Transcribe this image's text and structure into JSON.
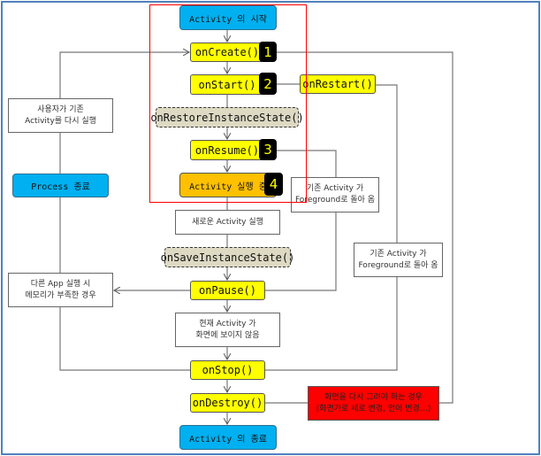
{
  "nodes": {
    "start": "Activity 의 시작",
    "onCreate": "onCreate()",
    "onStart": "onStart()",
    "onRestart": "onRestart()",
    "onRestoreInstanceState": "onRestoreInstanceState()",
    "onResume": "onResume()",
    "running": "Activity 실행 중",
    "onSaveInstanceState": "onSaveInstanceState()",
    "onPause": "onPause()",
    "onStop": "onStop()",
    "onDestroy": "onDestroy()",
    "end": "Activity 의 종료",
    "processKill": "Process 종료"
  },
  "badges": [
    "1",
    "2",
    "3",
    "4"
  ],
  "notes": {
    "userRelaunch": [
      "사용자가 기존",
      "Activity를 다시 실행"
    ],
    "foreground1": [
      "기존 Activity 가",
      "Foreground로 돌아 옴"
    ],
    "newActivity": "새로운 Activity 실행",
    "foreground2": [
      "기존 Activity 가",
      "Foreground로 돌아 옴"
    ],
    "lowMemory": [
      "다른 App 실행 시",
      "메모리가 부족한 경우"
    ],
    "notVisible": [
      "현재 Activity 가",
      "화면에 보이지 않음"
    ],
    "redraw": [
      "화면을 다시 그려야 하는 경우",
      "(화면가로 세로 변경, 언어 변경…)"
    ]
  },
  "colors": {
    "start_end": "#00b0f0",
    "callback": "#ffff00",
    "running": "#ffc000",
    "optional": "#ddd9c3",
    "highlight_frame": "#ff0000",
    "redraw_note": "#ff0000",
    "outer_border": "#4f81bd"
  }
}
